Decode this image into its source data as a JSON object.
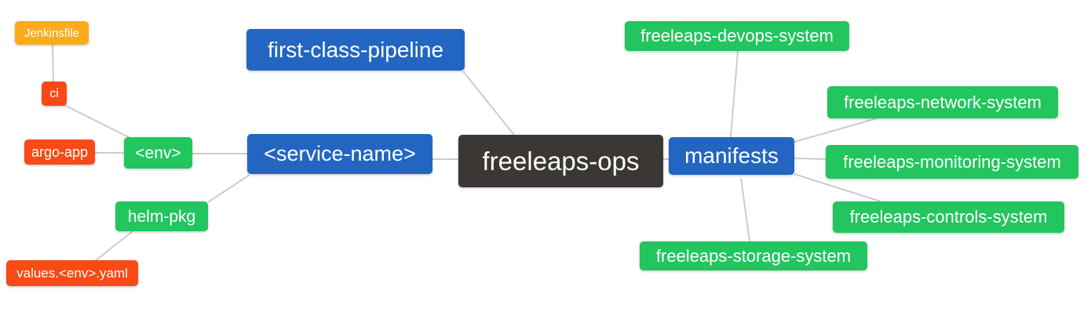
{
  "diagram": {
    "type": "mindmap",
    "background": "#ffffff",
    "edge_color": "#cccccc",
    "colors": {
      "root": "#3b3734",
      "level1": "#2266c2",
      "level2": "#22c55e",
      "level3": "#f74a16",
      "level4": "#fbab1c",
      "text": "#ffffff"
    }
  },
  "nodes": {
    "root": {
      "label": "freeleaps-ops",
      "color": "#3b3734"
    },
    "first_class_pipeline": {
      "label": "first-class-pipeline",
      "color": "#2266c2"
    },
    "service_name": {
      "label": "<service-name>",
      "color": "#2266c2"
    },
    "manifests": {
      "label": "manifests",
      "color": "#2266c2"
    },
    "env": {
      "label": "<env>",
      "color": "#22c55e"
    },
    "helm_pkg": {
      "label": "helm-pkg",
      "color": "#22c55e"
    },
    "ci": {
      "label": "ci",
      "color": "#f74a16"
    },
    "argo_app": {
      "label": "argo-app",
      "color": "#f74a16"
    },
    "values_env_yaml": {
      "label": "values.<env>.yaml",
      "color": "#f74a16"
    },
    "jenkinsfile": {
      "label": "Jenkinsfile",
      "color": "#fbab1c"
    },
    "devops_system": {
      "label": "freeleaps-devops-system",
      "color": "#22c55e"
    },
    "network_system": {
      "label": "freeleaps-network-system",
      "color": "#22c55e"
    },
    "monitoring_system": {
      "label": "freeleaps-monitoring-system",
      "color": "#22c55e"
    },
    "controls_system": {
      "label": "freeleaps-controls-system",
      "color": "#22c55e"
    },
    "storage_system": {
      "label": "freeleaps-storage-system",
      "color": "#22c55e"
    }
  },
  "edges": [
    {
      "from": "jenkinsfile",
      "to": "ci"
    },
    {
      "from": "ci",
      "to": "env"
    },
    {
      "from": "argo_app",
      "to": "env"
    },
    {
      "from": "env",
      "to": "service_name"
    },
    {
      "from": "service_name",
      "to": "helm_pkg"
    },
    {
      "from": "helm_pkg",
      "to": "values_env_yaml"
    },
    {
      "from": "first_class_pipeline",
      "to": "root"
    },
    {
      "from": "service_name",
      "to": "root"
    },
    {
      "from": "root",
      "to": "manifests"
    },
    {
      "from": "manifests",
      "to": "devops_system"
    },
    {
      "from": "manifests",
      "to": "network_system"
    },
    {
      "from": "manifests",
      "to": "monitoring_system"
    },
    {
      "from": "manifests",
      "to": "controls_system"
    },
    {
      "from": "manifests",
      "to": "storage_system"
    }
  ]
}
